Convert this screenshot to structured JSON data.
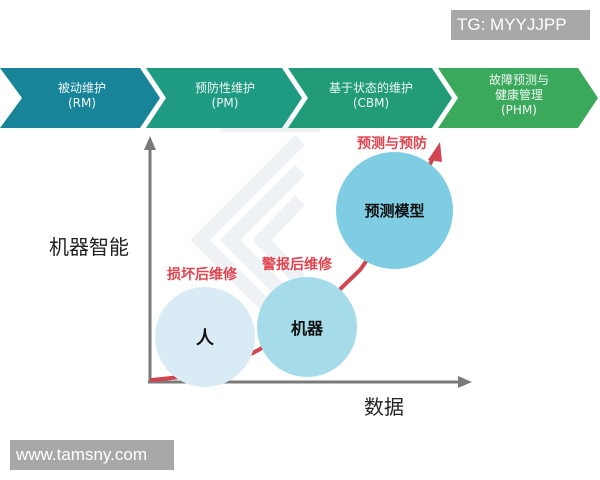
{
  "watermarks": {
    "tg": "TG: MYYJJPP",
    "site": "www.tamsny.com"
  },
  "stages": [
    {
      "name": "被动维护",
      "abbr": "(RM)",
      "color": "#17849a"
    },
    {
      "name": "预防性维护",
      "abbr": "(PM)",
      "color": "#1f9a83"
    },
    {
      "name": "基于状态的维护",
      "abbr": "(CBM)",
      "color": "#229c78"
    },
    {
      "name_line1": "故障预测与",
      "name_line2": "健康管理",
      "abbr": "(PHM)",
      "color": "#3aa95c"
    }
  ],
  "axes": {
    "y_label": "机器智能",
    "x_label": "数据"
  },
  "circles": {
    "human": "人",
    "machine": "机器",
    "model": "预测模型"
  },
  "annotations": {
    "damage_repair": "损坏后维修",
    "alarm_repair": "警报后维修",
    "predict_prevent": "预测与预防"
  },
  "colors": {
    "axis": "#7a7a7a",
    "trend_arrow": "#d0454f",
    "annotation_text": "#e0454f"
  }
}
